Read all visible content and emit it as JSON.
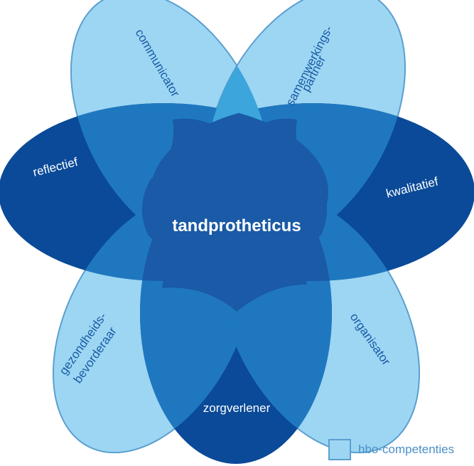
{
  "center_label": "tandprotheticus",
  "petals": {
    "communicator": "communicator",
    "samenwerkings_line1": "samenwerkings-",
    "samenwerkings_line2": "partner",
    "reflectief": "reflectief",
    "kwalitatief": "kwalitatief",
    "gezondheids_line1": "gezondheids-",
    "gezondheids_line2": "bevorderaar",
    "organisator": "organisator",
    "zorgverlener": "zorgverlener"
  },
  "legend": {
    "label": "hbo-competenties"
  },
  "colors": {
    "light_petal": "#9dd6f3",
    "dark_petal": "#0a4a98",
    "light_overlap": "#3ba5dc",
    "mixed_overlap": "#1f78bf",
    "center": "#1a5aa6",
    "legend_text": "#4a90c8"
  }
}
